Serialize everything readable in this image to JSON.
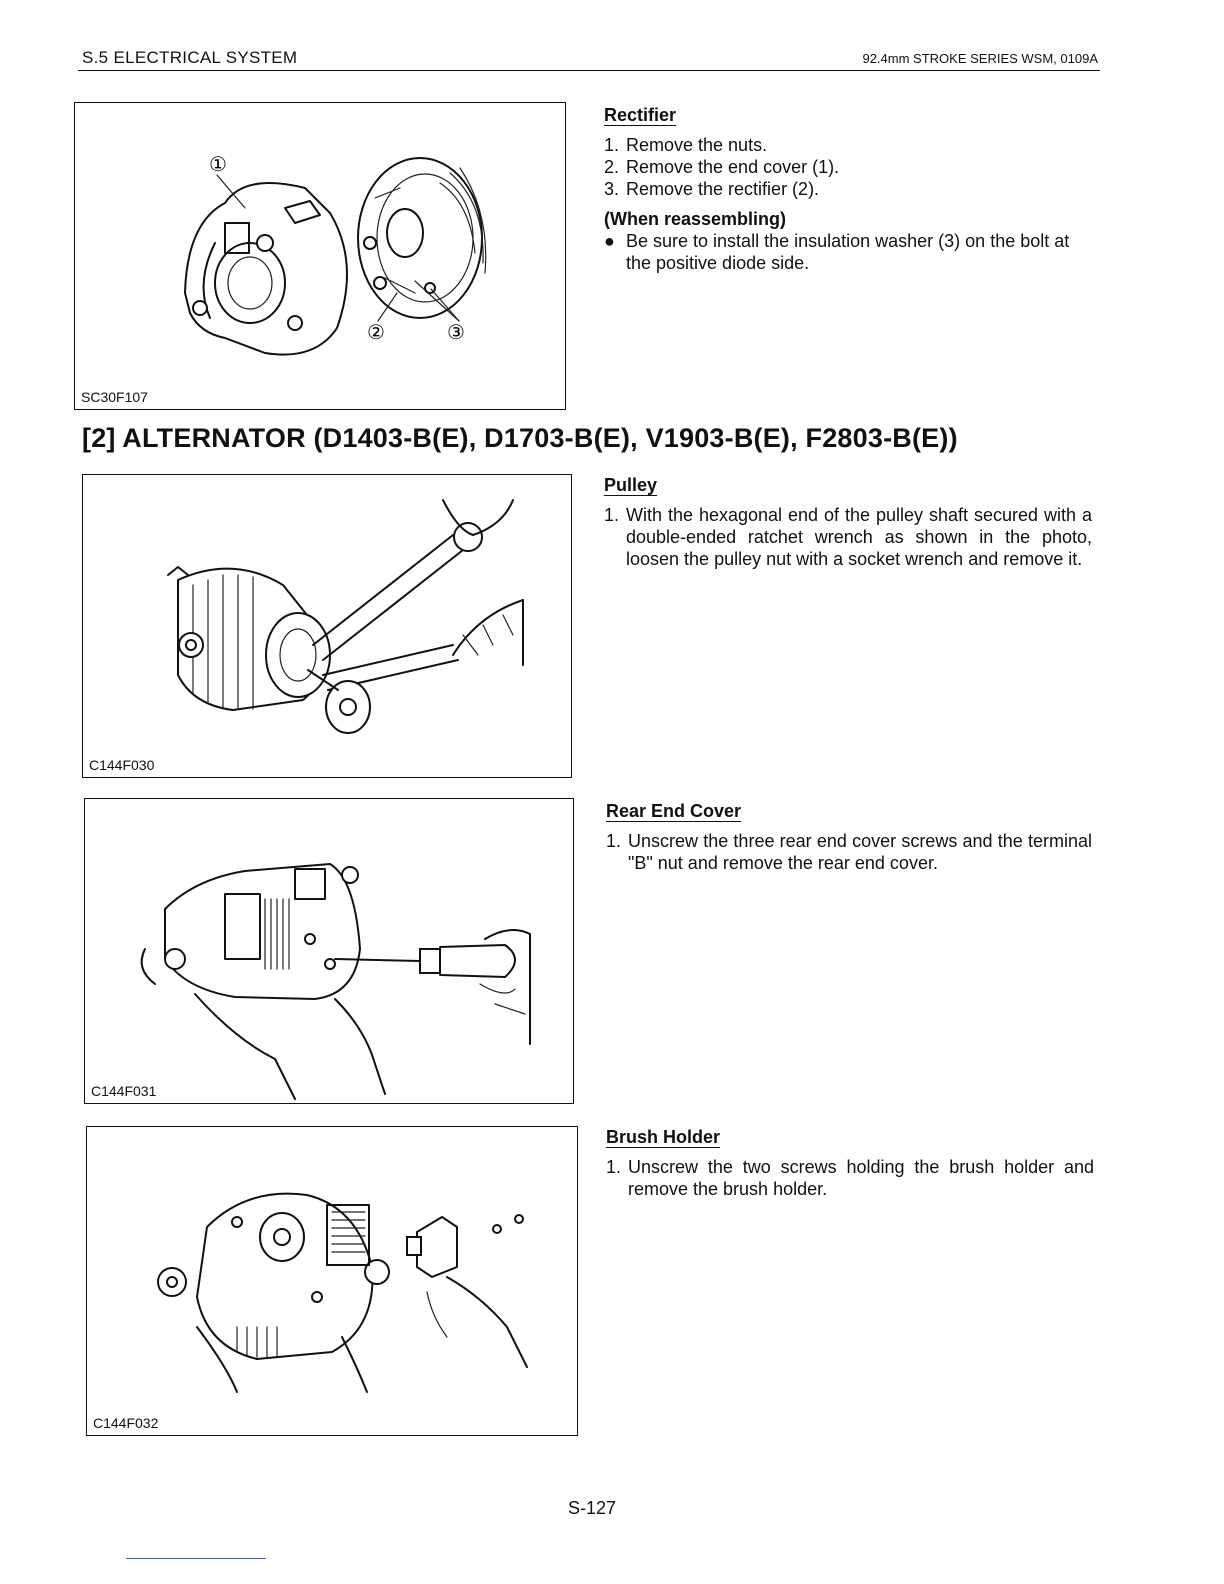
{
  "header": {
    "section": "S.5 ELECTRICAL SYSTEM",
    "series": "92.4mm STROKE SERIES WSM, 0109A"
  },
  "rectifier": {
    "figure_code": "SC30F107",
    "callouts": [
      "①",
      "②",
      "③"
    ],
    "title": "Rectifier",
    "steps": [
      {
        "num": "1.",
        "text": "Remove the nuts."
      },
      {
        "num": "2.",
        "text": "Remove the end cover (1)."
      },
      {
        "num": "3.",
        "text": "Remove the rectifier (2)."
      }
    ],
    "reassembling_title": "(When reassembling)",
    "reassembling_bullet": "●",
    "reassembling_text": "Be sure to install the insulation washer (3) on the bolt at the positive diode side."
  },
  "section_title": "[2] ALTERNATOR (D1403-B(E), D1703-B(E), V1903-B(E), F2803-B(E))",
  "pulley": {
    "figure_code": "C144F030",
    "title": "Pulley",
    "steps": [
      {
        "num": "1.",
        "text": "With the hexagonal end of the pulley shaft secured with a double-ended ratchet wrench as shown in the photo, loosen the pulley nut with a socket wrench and remove it."
      }
    ]
  },
  "rear_end_cover": {
    "figure_code": "C144F031",
    "title": "Rear End Cover",
    "steps": [
      {
        "num": "1.",
        "text": "Unscrew the three rear end cover screws and the terminal \"B\" nut and remove the rear end cover."
      }
    ]
  },
  "brush_holder": {
    "figure_code": "C144F032",
    "title": "Brush Holder",
    "steps": [
      {
        "num": "1.",
        "text": "Unscrew the two screws holding the brush holder and remove the brush holder."
      }
    ]
  },
  "page_number": "S-127"
}
